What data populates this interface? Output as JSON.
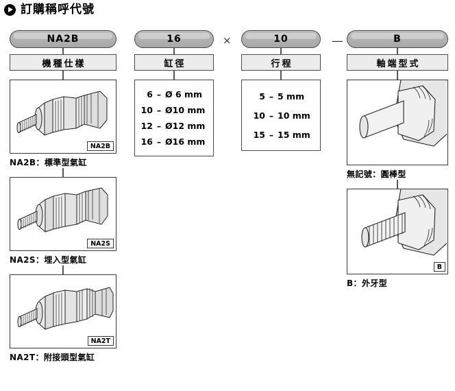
{
  "title": {
    "text": "訂購稱呼代號",
    "icon": "play-circle-icon"
  },
  "separators": {
    "multiply": "×",
    "dash": "—"
  },
  "columns": [
    {
      "id": "model-spec",
      "code": "NA2B",
      "label": "機種仕樣",
      "panels": [
        {
          "badge": "NA2B",
          "caption": "NA2B：標準型氣缸",
          "art": "cylinder-standard"
        },
        {
          "badge": "NA2S",
          "caption": "NA2S：埋入型氣缸",
          "art": "cylinder-embedded"
        },
        {
          "badge": "NA2T",
          "caption": "NA2T：附接頭型氣缸",
          "art": "cylinder-joint"
        }
      ]
    },
    {
      "id": "bore",
      "code": "16",
      "label": "缸徑",
      "options": [
        {
          "code": "6",
          "dash": "–",
          "value": "Ø 6 mm"
        },
        {
          "code": "10",
          "dash": "–",
          "value": "Ø10 mm"
        },
        {
          "code": "12",
          "dash": "–",
          "value": "Ø12 mm"
        },
        {
          "code": "16",
          "dash": "–",
          "value": "Ø16 mm"
        }
      ]
    },
    {
      "id": "stroke",
      "code": "10",
      "label": "行程",
      "options": [
        {
          "code": "5",
          "dash": "–",
          "value": "5 mm"
        },
        {
          "code": "10",
          "dash": "–",
          "value": "10 mm"
        },
        {
          "code": "15",
          "dash": "–",
          "value": "15 mm"
        }
      ]
    },
    {
      "id": "shaft-end",
      "code": "B",
      "label": "軸端型式",
      "panels": [
        {
          "badge": "",
          "caption": "無記號：圓棒型",
          "art": "rod-plain"
        },
        {
          "badge": "B",
          "caption": "B：外牙型",
          "art": "rod-threaded"
        }
      ]
    }
  ],
  "colors": {
    "pill_fill": "#b0b0b0",
    "pill_border": "#4a4a4a",
    "label_fill": "#ececec",
    "line": "#3a3a3a"
  }
}
